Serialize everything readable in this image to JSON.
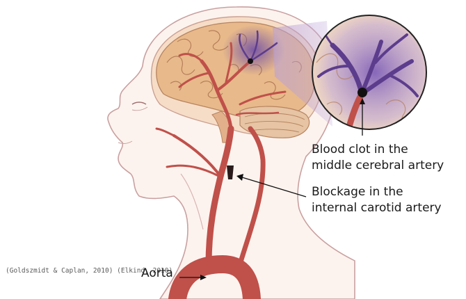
{
  "labels": {
    "clot_line1": "Blood clot in the",
    "clot_line2": "middle cerebral artery",
    "block_line1": "Blockage in the",
    "block_line2": "internal carotid artery",
    "aorta": "Aorta"
  },
  "citation": "(Goldszmidt & Caplan, 2010) (Elkind, 2010)",
  "colors": {
    "artery": "#c0504a",
    "skin_outline": "#c9a0a0",
    "brain": "#e8b98a",
    "clot_purple": "#5c3c8c"
  }
}
